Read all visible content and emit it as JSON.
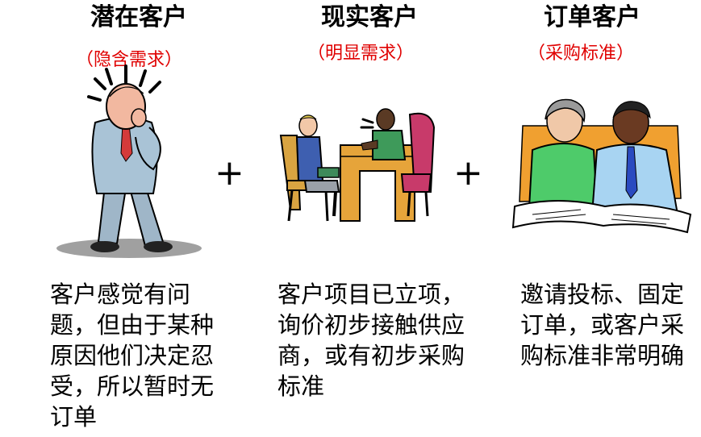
{
  "columns": [
    {
      "title": "潜在客户",
      "subtitle": "（隐含需求）",
      "description": "客户感觉有问题，但由于某种原因他们决定忍受，所以暂时无订单"
    },
    {
      "title": "现实客户",
      "subtitle": "（明显需求）",
      "description": "客户项目已立项，询价初步接触供应商，或有初步采购标准"
    },
    {
      "title": "订单客户",
      "subtitle": "（采购标准）",
      "description": "邀请投标、固定订单，或客户采购标准非常明确"
    }
  ],
  "operators": [
    "+",
    "+"
  ],
  "colors": {
    "title": "#000000",
    "subtitle": "#e00000",
    "text": "#000000"
  }
}
